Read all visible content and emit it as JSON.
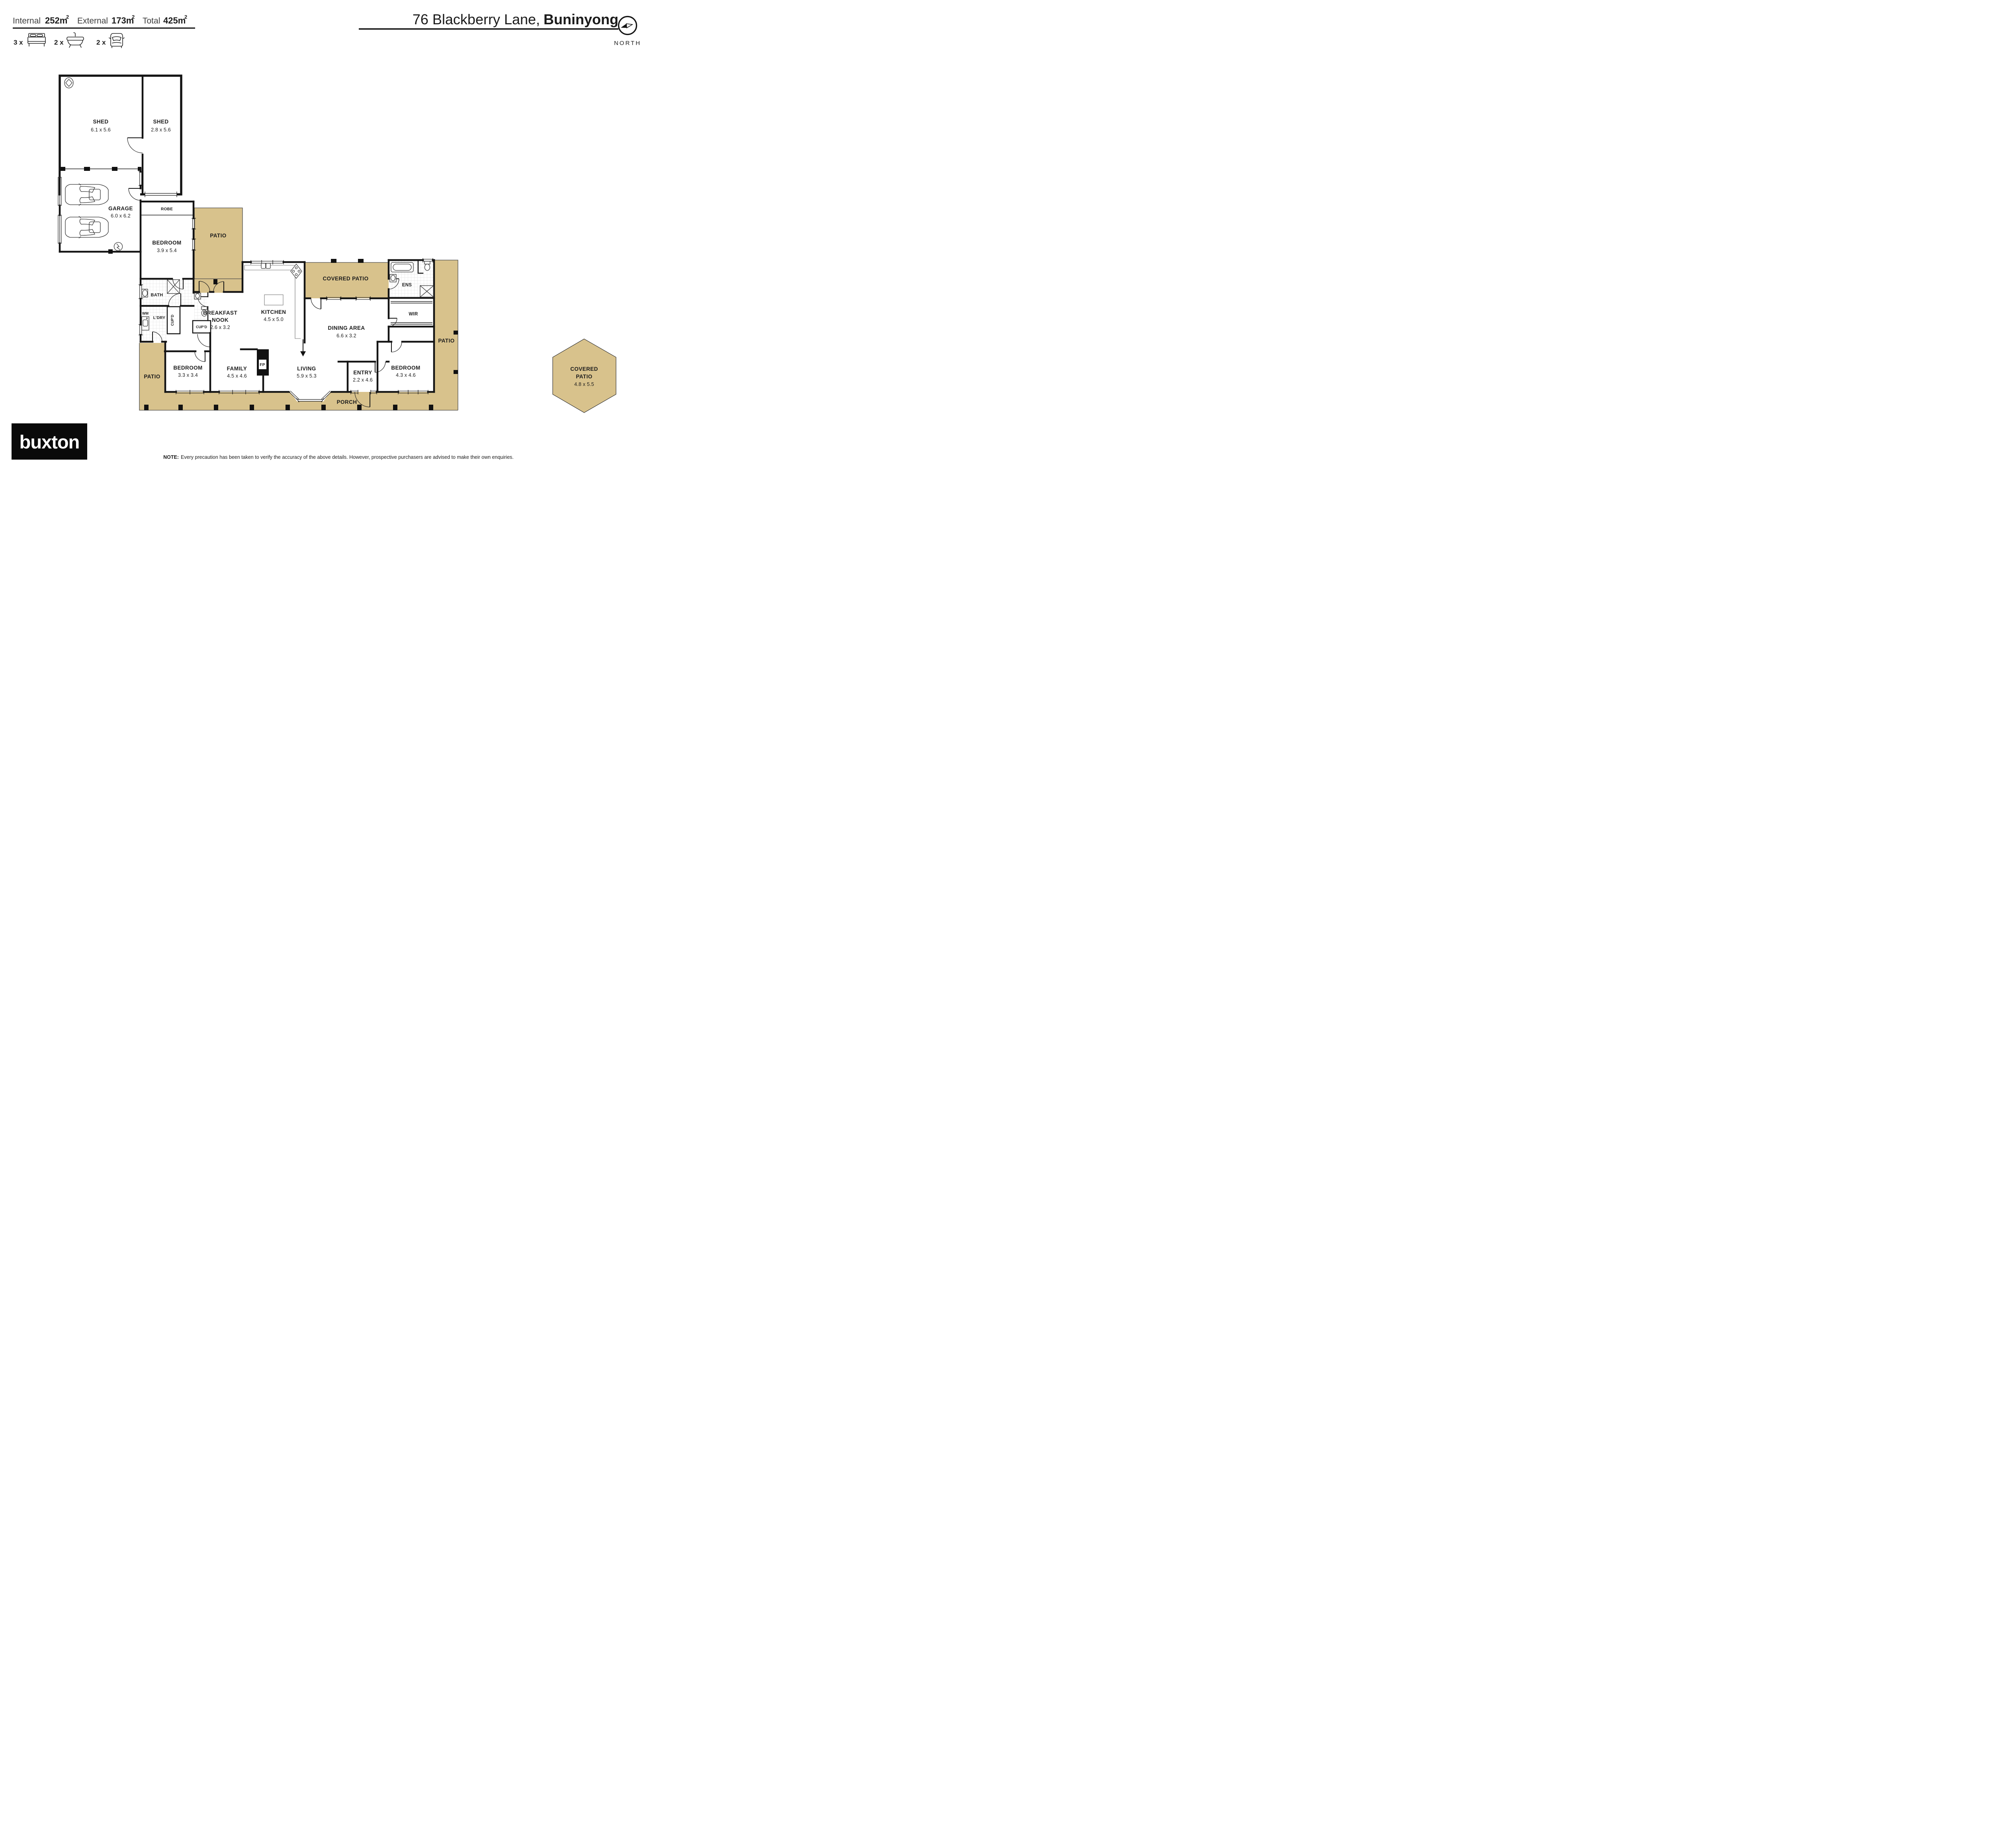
{
  "colors": {
    "patio": "#D8C28C",
    "wall": "#141414"
  },
  "header": {
    "areas": [
      {
        "label": "Internal",
        "value": "252m",
        "sup": "2"
      },
      {
        "label": "External",
        "value": "173m",
        "sup": "2"
      },
      {
        "label": "Total",
        "value": "425m",
        "sup": "2"
      }
    ],
    "counts": {
      "beds": "3 x",
      "baths": "2 x",
      "cars": "2 x"
    },
    "title": {
      "normal": "76 Blackberry Lane,",
      "bold": "Buninyong"
    },
    "compass": "NORTH"
  },
  "rooms": {
    "shed_large": {
      "name": "SHED",
      "dims": "6.1 x 5.6"
    },
    "shed_small": {
      "name": "SHED",
      "dims": "2.8 x 5.6"
    },
    "garage": {
      "name": "GARAGE",
      "dims": "6.0 x 6.2"
    },
    "robe": {
      "name": "ROBE"
    },
    "bedroom_rear": {
      "name": "BEDROOM",
      "dims": "3.9 x 5.4"
    },
    "patio_rear": {
      "name": "PATIO"
    },
    "breakfast_nook": {
      "name1": "BREAKFAST",
      "name2": "NOOK",
      "dims": "2.6 x 3.2"
    },
    "kitchen": {
      "name": "KITCHEN",
      "dims": "4.5 x 5.0"
    },
    "covered_patio": {
      "name": "COVERED PATIO"
    },
    "dining": {
      "name": "DINING AREA",
      "dims": "6.6 x 3.2"
    },
    "ens": {
      "name": "ENS"
    },
    "wir": {
      "name": "WIR"
    },
    "patio_right": {
      "name": "PATIO"
    },
    "bath": {
      "name": "BATH"
    },
    "wm": {
      "name": "WM"
    },
    "laundry": {
      "name": "L’DRY"
    },
    "cupboard_laundry": {
      "name": "CUP’D"
    },
    "cupboard_hall": {
      "name": "CUP’D"
    },
    "fireplace": {
      "name": "FP"
    },
    "patio_left": {
      "name": "PATIO"
    },
    "bedroom_left": {
      "name": "BEDROOM",
      "dims": "3.3 x 3.4"
    },
    "family": {
      "name": "FAMILY",
      "dims": "4.5 x 4.6"
    },
    "living": {
      "name": "LIVING",
      "dims": "5.9 x 5.3"
    },
    "entry": {
      "name": "ENTRY",
      "dims": "2.2 x 4.6"
    },
    "bedroom_front": {
      "name": "BEDROOM",
      "dims": "4.3 x 4.6"
    },
    "porch": {
      "name": "PORCH"
    },
    "covered_patio_hex": {
      "name1": "COVERED",
      "name2": "PATIO",
      "dims": "4.8 x 5.5"
    }
  },
  "footer": {
    "logo": "buxton",
    "note_label": "NOTE:",
    "note_text": "Every precaution has been taken to verify the accuracy of the above details. However, prospective purchasers are advised to make their own enquiries."
  }
}
